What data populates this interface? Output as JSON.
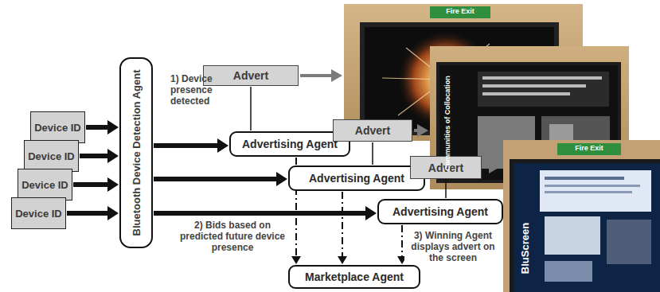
{
  "diagram": {
    "nodes": [
      {
        "text": [
          "Device ID"
        ]
      },
      {
        "text": [
          "Device ID"
        ]
      },
      {
        "text": [
          "Device ID"
        ]
      },
      {
        "text": [
          "Device ID"
        ]
      },
      {
        "text": [
          "Bluetooth Device Detection Agent"
        ]
      },
      {
        "text": [
          "Advert"
        ]
      },
      {
        "text": [
          "Advertising Agent"
        ]
      },
      {
        "text": [
          "Advert"
        ]
      },
      {
        "text": [
          "Advertising Agent"
        ]
      },
      {
        "text": [
          "Advert"
        ]
      },
      {
        "text": [
          "Advertising Agent"
        ]
      },
      {
        "text": [
          "Marketplace Agent"
        ]
      }
    ],
    "edges": [
      {
        "from": 0,
        "to": 4,
        "arrow": "to"
      },
      {
        "from": 1,
        "to": 4,
        "arrow": "to"
      },
      {
        "from": 2,
        "to": 4,
        "arrow": "to"
      },
      {
        "from": 3,
        "to": 4,
        "arrow": "to"
      },
      {
        "from": 4,
        "to": 6,
        "arrow": "to"
      },
      {
        "from": 4,
        "to": 8,
        "arrow": "to"
      },
      {
        "from": 4,
        "to": 10,
        "arrow": "to"
      },
      {
        "from": 5,
        "to": 6,
        "arrow": "none"
      },
      {
        "from": 7,
        "to": 8,
        "arrow": "none"
      },
      {
        "from": 9,
        "to": 10,
        "arrow": "none"
      },
      {
        "from": 6,
        "to": 11,
        "arrow": "to"
      },
      {
        "from": 8,
        "to": 11,
        "arrow": "to"
      },
      {
        "from": 10,
        "to": 11,
        "arrow": "to"
      }
    ],
    "labels": [
      "1) Device presence detected",
      "2) Bids based on predicted future device presence",
      "3) Winning Agent displays advert on the screen",
      "Fire Exit",
      "Communities of Collocation",
      "Fire Exit",
      "BluScreen"
    ]
  }
}
